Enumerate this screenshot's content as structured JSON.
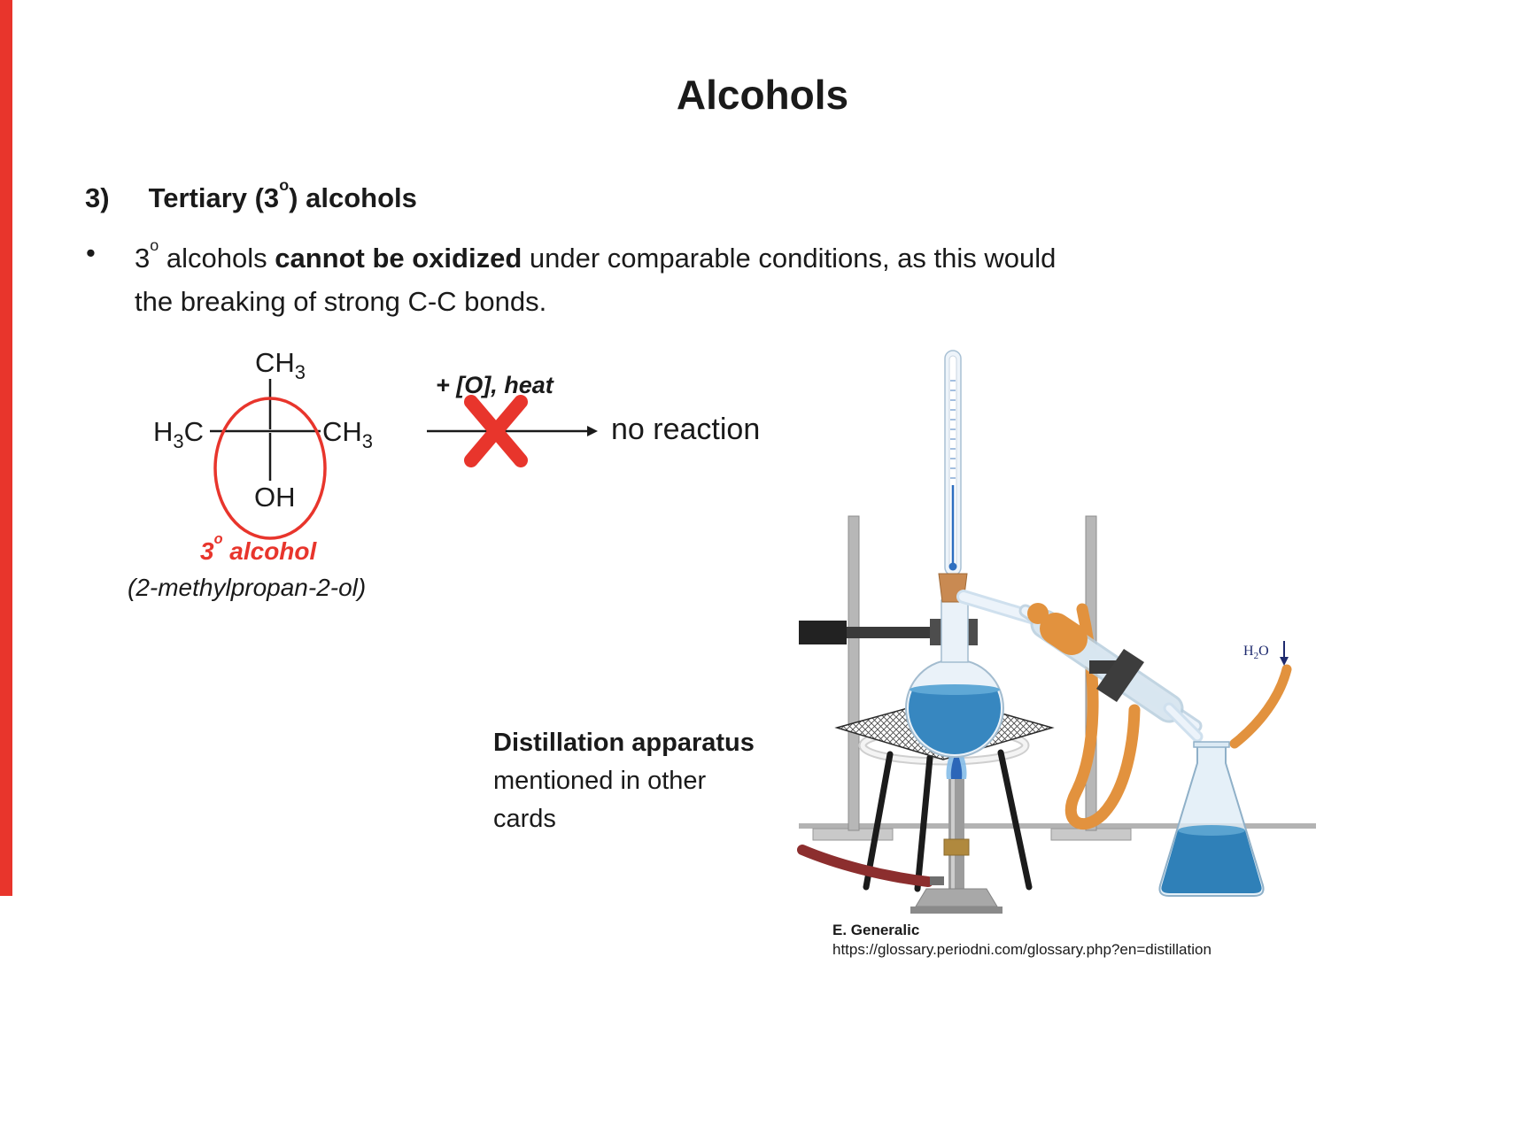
{
  "colors": {
    "accent_red": "#e8352c",
    "liquid_blue": "#3787c0",
    "tube_orange": "#e2923e"
  },
  "slide": {
    "title": "Alcohols"
  },
  "section": {
    "number": "3)",
    "title_pre": "Tertiary (3",
    "title_sup": "o",
    "title_post": ") alcohols"
  },
  "bullet": {
    "marker": "•",
    "deg_base": "3",
    "deg_sup": "o",
    "text_a": " alcohols ",
    "text_bold": "cannot be oxidized",
    "text_b": " under comparable conditions, as this would",
    "text_c": "the breaking of strong C-C bonds."
  },
  "molecule": {
    "top": {
      "pre": "CH",
      "sub": "3"
    },
    "left": {
      "pre": "H",
      "sub": "3",
      "post": "C"
    },
    "right": {
      "pre": "CH",
      "sub": "3"
    },
    "bottom": "OH",
    "label": {
      "base": "3",
      "sup": "o",
      "rest": " alcohol"
    },
    "iupac": "(2-methylpropan-2-ol)"
  },
  "reaction": {
    "condition": "+ [O], heat",
    "result": "no reaction"
  },
  "apparatus": {
    "caption_line1": "Distillation apparatus",
    "caption_line2": "mentioned in other",
    "caption_line3": "cards",
    "h2o": {
      "pre": "H",
      "sub": "2",
      "post": "O"
    },
    "credit_name": "E. Generalic",
    "credit_url": "https://glossary.periodni.com/glossary.php?en=distillation"
  }
}
